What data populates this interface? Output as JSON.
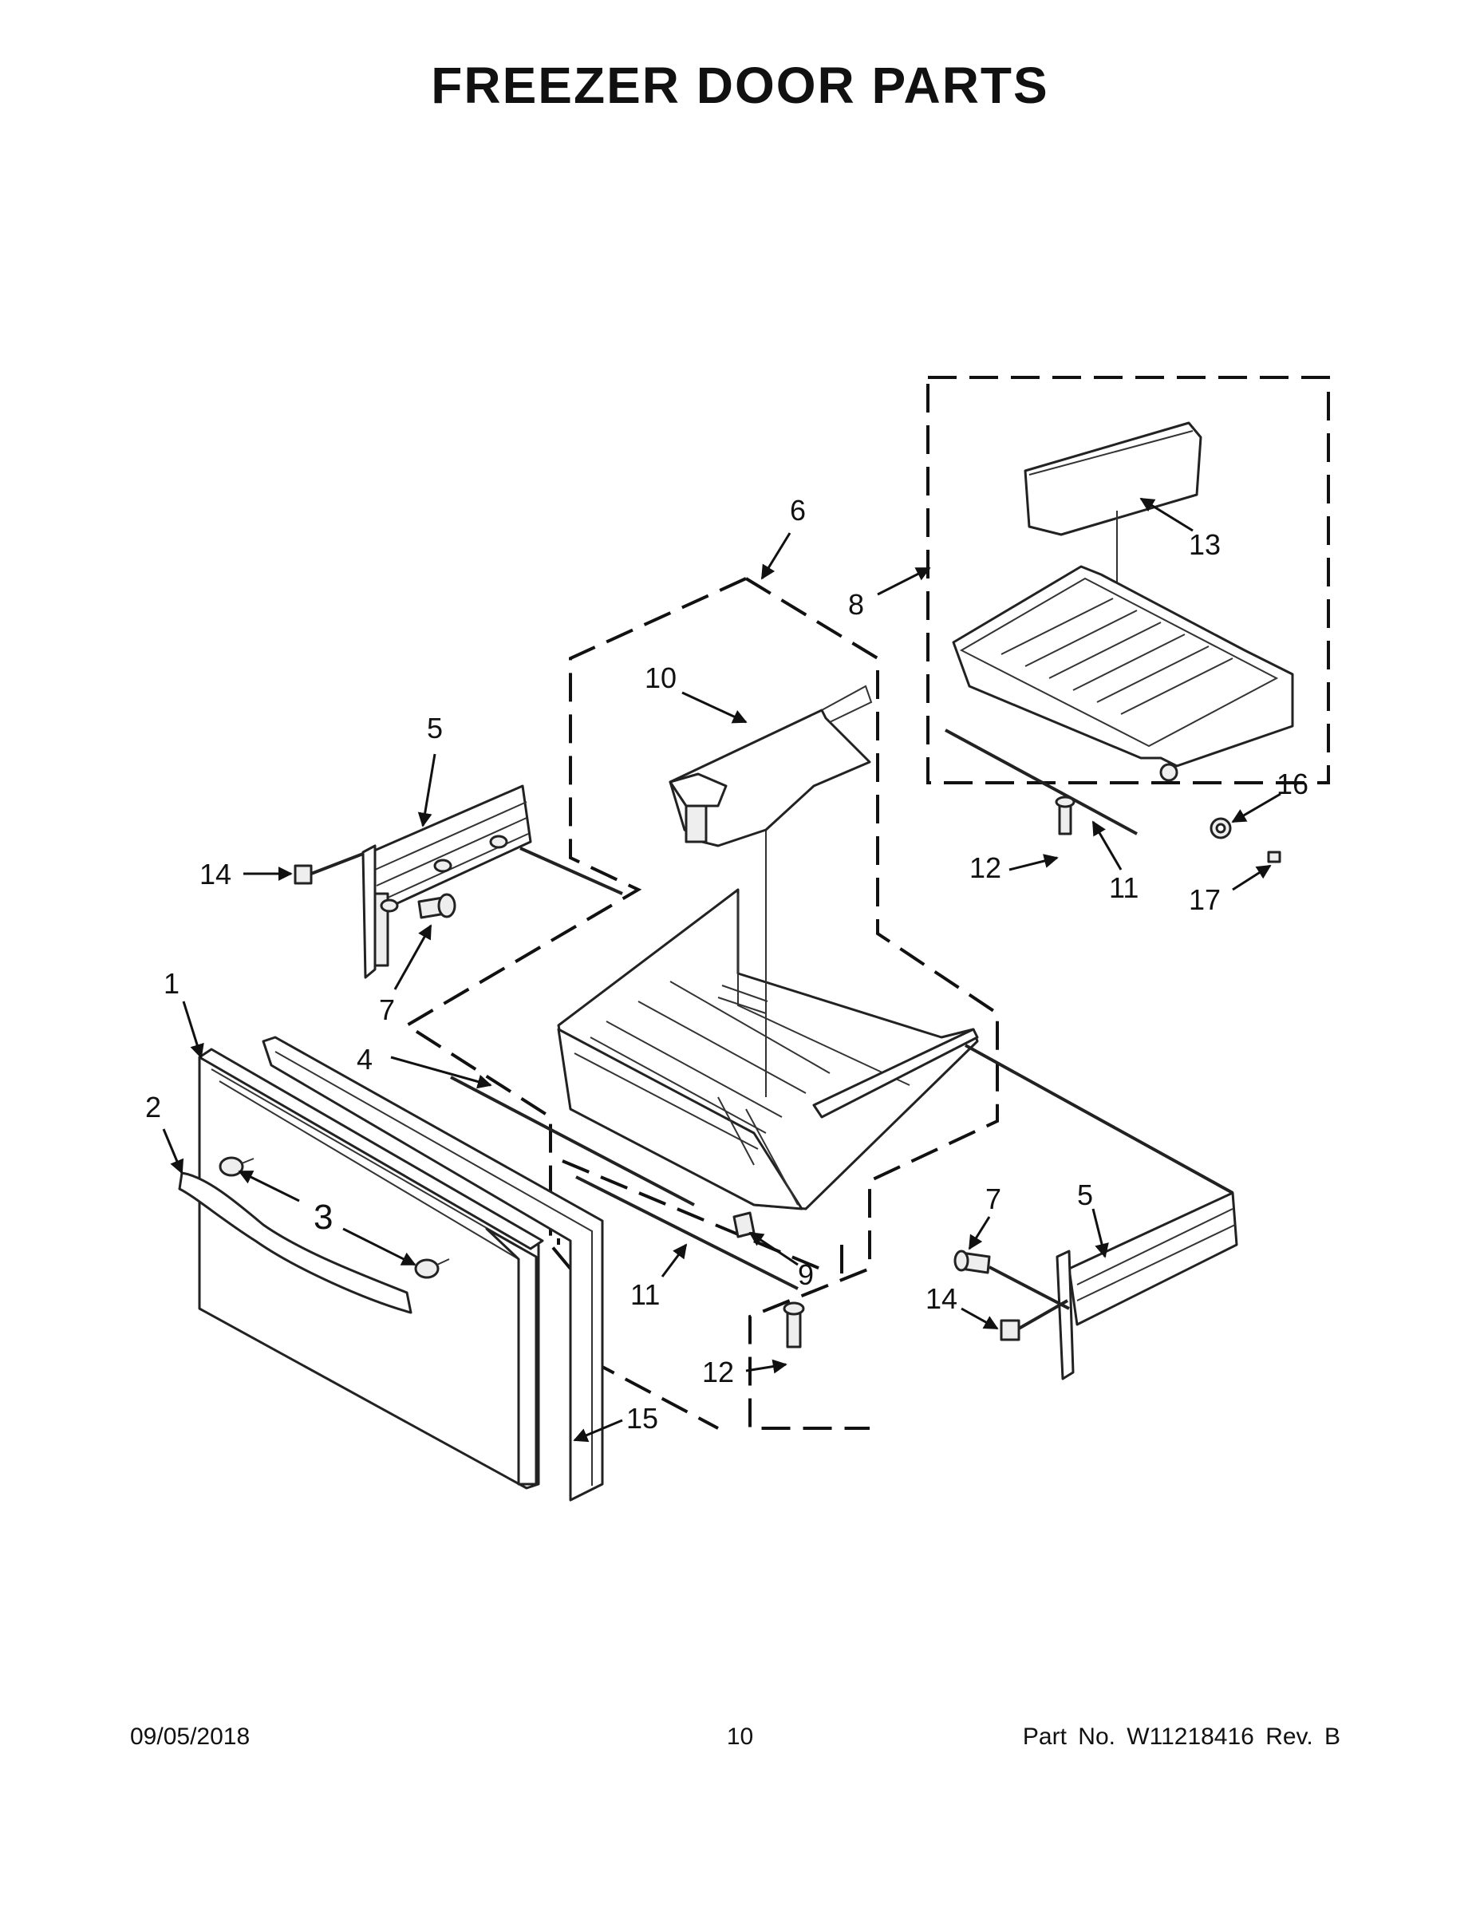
{
  "title": "FREEZER DOOR PARTS",
  "footer": {
    "date": "09/05/2018",
    "page": "10",
    "part_number": "Part No.  W11218416  Rev.  B"
  },
  "callouts": {
    "c1": "1",
    "c2": "2",
    "c3": "3",
    "c4": "4",
    "c5_left": "5",
    "c5_right": "5",
    "c6": "6",
    "c7_left": "7",
    "c7_right": "7",
    "c8": "8",
    "c9": "9",
    "c10": "10",
    "c11_center": "11",
    "c11_right": "11",
    "c12_center": "12",
    "c12_right": "12",
    "c13": "13",
    "c14_left": "14",
    "c14_right": "14",
    "c15": "15",
    "c16": "16",
    "c17": "17"
  }
}
